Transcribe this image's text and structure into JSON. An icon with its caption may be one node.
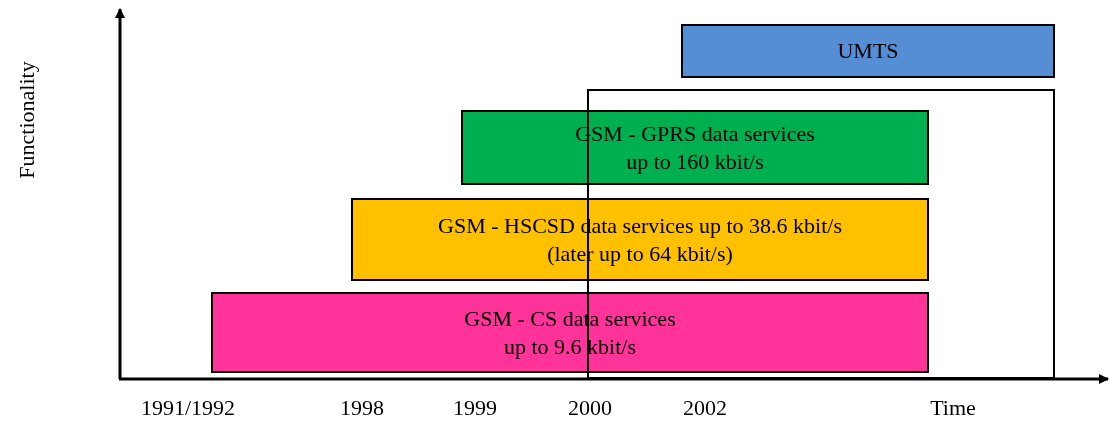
{
  "diagram": {
    "nodes": [
      {
        "text": [
          "UMTS"
        ]
      },
      {
        "text": [],
        "shape": "box"
      },
      {
        "text": [
          "GSM - GPRS data services up to 160 kbit/s"
        ]
      },
      {
        "text": [
          "GSM - HSCSD data services up to 38.6 kbit/s (later up to 64 kbit/s)"
        ]
      },
      {
        "text": [
          "GSM - CS data services up to 9.6 kbit/s"
        ]
      }
    ],
    "labels": [
      "Functionality",
      "1991/1992",
      "1998",
      "1999",
      "2000",
      "2002",
      "Time"
    ]
  }
}
